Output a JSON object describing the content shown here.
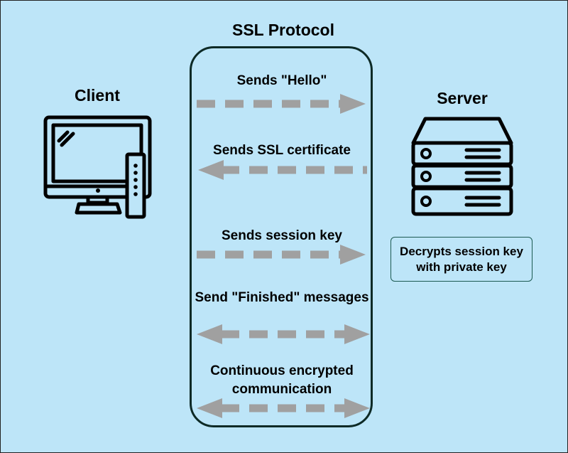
{
  "title": "SSL Protocol",
  "client_label": "Client",
  "server_label": "Server",
  "steps": [
    {
      "label": "Sends \"Hello\"",
      "direction": "right"
    },
    {
      "label": "Sends SSL certificate",
      "direction": "left"
    },
    {
      "label": "Sends session key",
      "direction": "right"
    },
    {
      "label": "Send \"Finished\" messages",
      "direction": "both"
    },
    {
      "label": "Continuous encrypted communication",
      "direction": "both"
    }
  ],
  "server_note": "Decrypts session key with private key",
  "colors": {
    "background": "#bde5f8",
    "protocol_border": "#0d2a26",
    "arrow": "#a0a0a0",
    "icon": "#000000"
  },
  "icons": {
    "client": "desktop-computer-icon",
    "server": "server-rack-icon"
  }
}
